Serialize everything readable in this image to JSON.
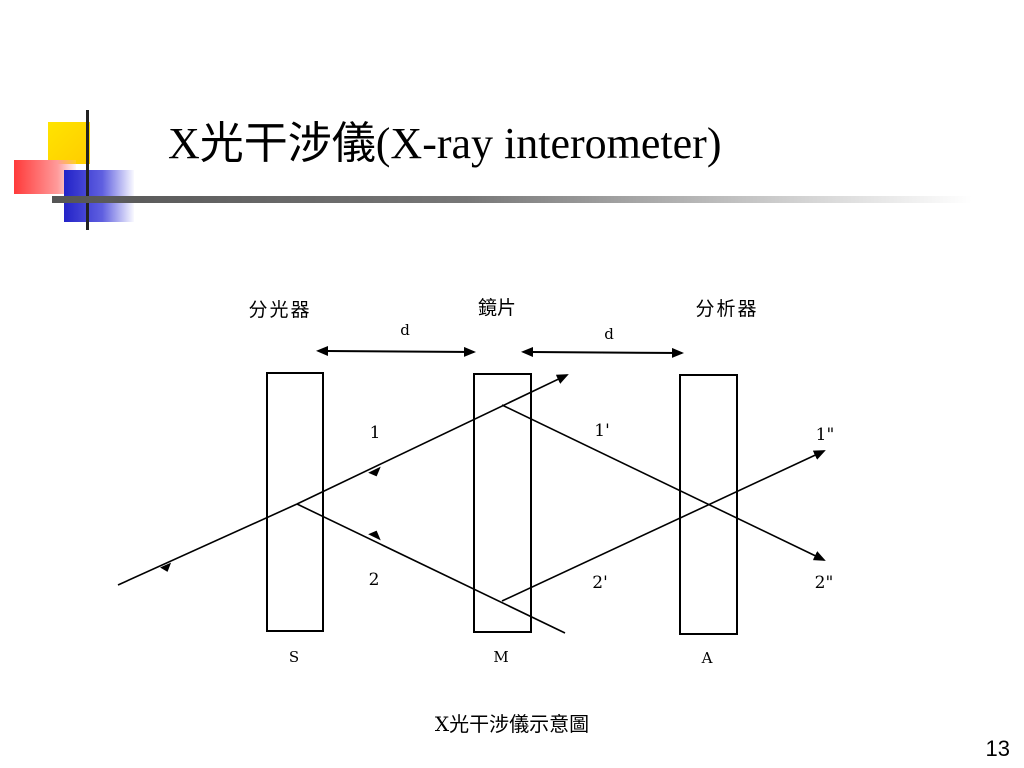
{
  "slide": {
    "title": "X光干涉儀(X-ray interometer)",
    "caption": "X光干涉儀示意圖",
    "page_number": "13"
  },
  "diagram": {
    "labels": {
      "splitter": "分光器",
      "mirror": "鏡片",
      "analyzer": "分析器",
      "distance_1": "d",
      "distance_2": "d",
      "beam_1": "1",
      "beam_2": "2",
      "beam_1_prime": "1'",
      "beam_2_prime": "2'",
      "beam_1_double_prime": "1\"",
      "beam_2_double_prime": "2\"",
      "crystal_s": "S",
      "crystal_m": "M",
      "crystal_a": "A"
    }
  }
}
